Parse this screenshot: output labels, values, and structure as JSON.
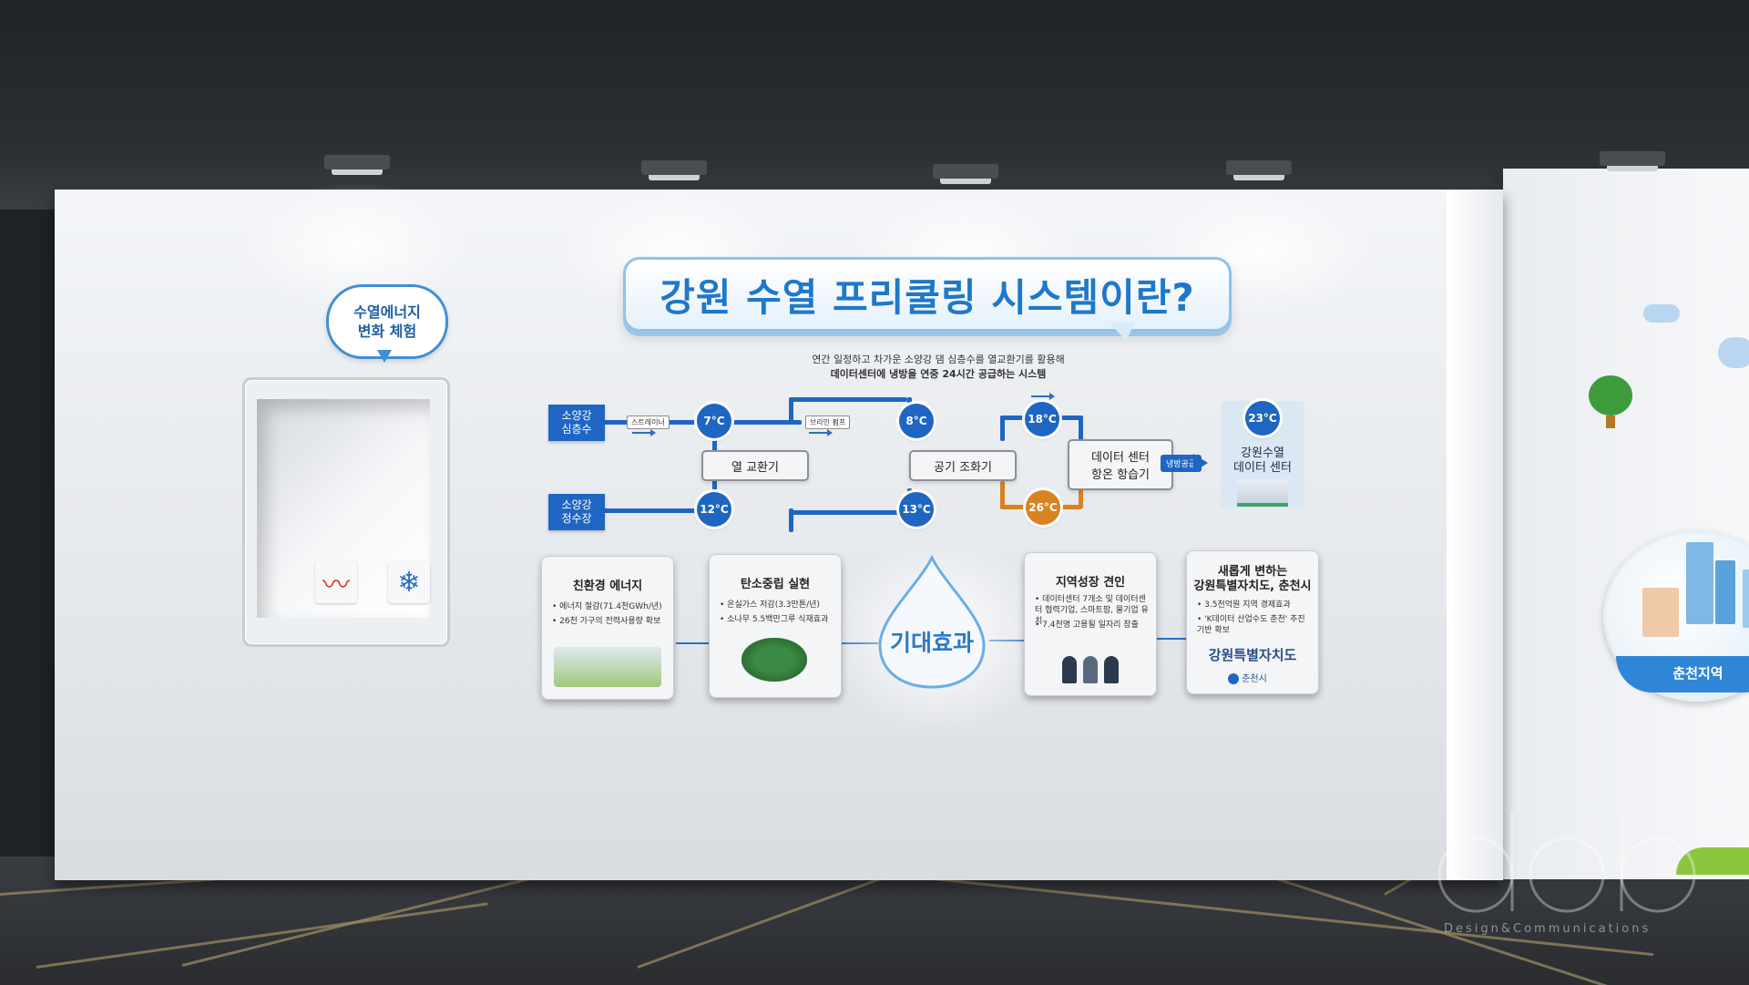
{
  "title": "강원 수열 프리쿨링 시스템이란?",
  "subtitle_line1": "연간 일정하고 차가운 소양강 댐 심층수를 열교환기를 활용해",
  "subtitle_line2": "데이터센터에 냉방을 연중 24시간 공급하는 시스템",
  "experience_bubble": {
    "line1": "수열에너지",
    "line2": "변화 체험"
  },
  "niche_icons": [
    "heat-waves-icon",
    "snowflake-icon"
  ],
  "diagram": {
    "source_top": {
      "line1": "소양강",
      "line2": "심층수"
    },
    "source_bottom": {
      "line1": "소양강",
      "line2": "정수장"
    },
    "tag_strainer": "스트레이너",
    "tag_booster_pump": "브라인 펌프",
    "heat_exchanger": "열 교환기",
    "air_conditioner": "공기 조화기",
    "dc_humidifier": {
      "line1": "데이터 센터",
      "line2": "항온 항습기"
    },
    "cooling_supply": "냉방공급",
    "temps": {
      "t1": "7°C",
      "t2": "12°C",
      "t3": "8°C",
      "t4": "13°C",
      "t5": "18°C",
      "t6": "26°C",
      "t7": "23°C"
    },
    "datacenter": {
      "line1": "강원수열",
      "line2": "데이터 센터"
    }
  },
  "center_label": "기대효과",
  "cards": [
    {
      "title": "친환경 에너지",
      "items": [
        "에너지 절감(71.4천GWh/년)",
        "26천 가구의 전력사용량 확보"
      ]
    },
    {
      "title": "탄소중립 실현",
      "items": [
        "온실가스 저감(3.3만톤/년)",
        "소나무 5.5백만그루 식재효과"
      ]
    },
    {
      "title": "지역성장 견인",
      "items": [
        "데이터센터 7개소 및 데이터센터 협력기업, 스마트팜, 물기업 유치",
        "7.4천명 고용될 일자리 창출"
      ]
    },
    {
      "title_line1": "새롭게 변하는",
      "title_line2": "강원특별자치도, 춘천시",
      "items": [
        "3.5천억원 지역 경제효과",
        "'K데이터 산업수도 춘천' 추진기반 확보"
      ],
      "logo1": "강원특별자치도",
      "logo2": "춘천시"
    }
  ],
  "right_panel": {
    "city_label": "춘천지역"
  },
  "watermark": {
    "text": "Design&Communications"
  },
  "colors": {
    "accent_blue": "#1f66c2",
    "accent_orange": "#d88222",
    "title_blue": "#1f78c9"
  }
}
